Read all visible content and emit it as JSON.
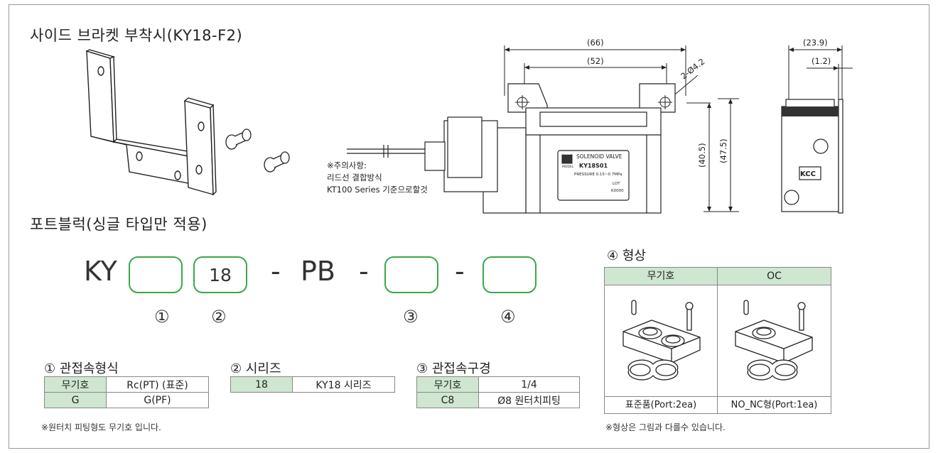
{
  "side_bracket": {
    "title": "사이드 브라켓 부착시(KY18-F2)"
  },
  "port_block": {
    "title": "포트블럭(싱글 타입만 적용)"
  },
  "code": {
    "prefix": "KY",
    "series_value": "18",
    "dash": "-",
    "pb": "PB",
    "markers": [
      "①",
      "②",
      "③",
      "④"
    ]
  },
  "drawing": {
    "dim_66": "(66)",
    "dim_52": "(52)",
    "dim_hole": "2-Ø4.2",
    "dim_40_5": "(40.5)",
    "dim_47_5": "(47.5)",
    "dim_23_9": "(23.9)",
    "dim_1_2": "(1.2)",
    "note_lines": [
      "※주의사항:",
      "리드선 결합방식",
      "KT100 Series 기준으로할것"
    ],
    "label_solenoid": "SOLENOID VALVE",
    "label_model": "KY18S01",
    "label_pressure": "PRESSURE 0.15~0.7MPa",
    "label_lot": "LOT",
    "label_lot_no": "K0000",
    "label_brand": "KCC",
    "label_model_small": "MODEL"
  },
  "sec1": {
    "title": "① 관접속형식",
    "rows": [
      [
        "무기호",
        "Rc(PT) (표준)"
      ],
      [
        "G",
        "G(PF)"
      ]
    ],
    "note": "※원터치 피팅형도 무기호 입니다."
  },
  "sec2": {
    "title": "② 시리즈",
    "rows": [
      [
        "18",
        "KY18 시리즈"
      ]
    ]
  },
  "sec3": {
    "title": "③ 관접속구경",
    "rows": [
      [
        "무기호",
        "1/4"
      ],
      [
        "C8",
        "Ø8 원터치피팅"
      ]
    ]
  },
  "sec4": {
    "title": "④ 형상",
    "headers": [
      "무기호",
      "OC"
    ],
    "footers": [
      "표준품(Port:2ea)",
      "NO_NC형(Port:1ea)"
    ],
    "note": "※형상은 그림과 다를수 있습니다."
  },
  "colors": {
    "accent_green": "#3aa84a",
    "header_bg": "#cfe6d1"
  }
}
